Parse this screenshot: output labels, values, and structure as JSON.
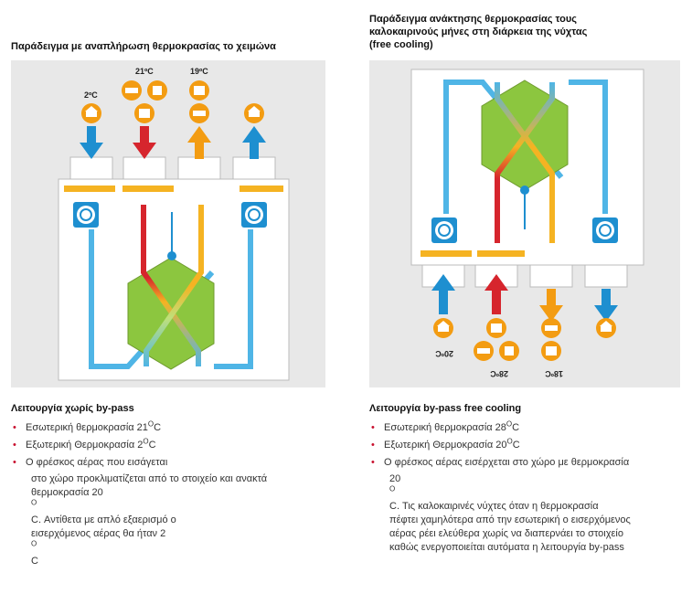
{
  "left": {
    "title": "Παράδειγμα με αναπλήρωση θερμοκρασίας το χειμώνα",
    "labels": {
      "outdoor_temp": "2ºC",
      "indoor_temp": "21ºC",
      "supply_temp": "19ºC"
    },
    "heading": "Λειτουργία χωρίς by-pass",
    "b1_text": "Εσωτερική θερμοκρασία  21",
    "b1_sup": "O",
    "b1_unit": "C",
    "b2_text": "Εξωτερική Θερμοκρασία 2",
    "b2_sup": "O",
    "b2_unit": "C",
    "b3_line1": "Ο φρέσκος αέρας που εισάγεται",
    "b3_line2": "στο χώρο προκλιματίζεται από το στοιχείο και ανακτά",
    "b3_line3_a": "θερμοκρασία 20",
    "b3_line3_sup": "O",
    "b3_line3_b": "C. Αντίθετα με απλό εξαερισμό ο",
    "b3_line4_a": "εισερχόμενος αέρας θα ήταν  2",
    "b3_line4_sup": "O",
    "b3_line4_b": "C"
  },
  "right": {
    "title_line1": "Παράδειγμα ανάκτησης θερμοκρασίας τους",
    "title_line2": "καλοκαιρινούς μήνες στη διάρκεια της νύχτας",
    "title_line3": "(free cooling)",
    "labels": {
      "outdoor_temp": "20ºC",
      "indoor_temp": "28ºC",
      "supply_temp": "18ºC"
    },
    "heading": "Λειτουργία by-pass free cooling",
    "b1_text": "Εσωτερική θερμοκρασία  28",
    "b1_sup": "O",
    "b1_unit": "C",
    "b2_text": "Εξωτερική Θερμοκρασία 20",
    "b2_sup": "O",
    "b2_unit": "C",
    "b3_line1": "Ο φρέσκος αέρας εισέρχεται στο χώρο με θερμοκρασία",
    "b3_line2_a": "20",
    "b3_line2_sup": "O",
    "b3_line2_b": "C. Τις καλοκαιρινές  νύχτες όταν η θερμοκρασία",
    "b3_line3": "πέφτει χαμηλότερα από την εσωτερική  ο εισερχόμενος",
    "b3_line4": "αέρας ρέει ελεύθερα χωρίς  να διαπερνάει το στοιχείο",
    "b3_line5": "καθώς ενεργοποιείται αυτόματα η λειτουργία by-pass"
  },
  "colors": {
    "blue": "#1e8fd0",
    "red": "#d6252d",
    "orange": "#f39c12",
    "yellow": "#f5b322",
    "hex": "#8cc63f",
    "panel": "#e8e8e8"
  },
  "icons": [
    "outdoor-air-icon",
    "exhaust-icon",
    "house-icon",
    "fan-icon",
    "heat-exchanger-icon"
  ]
}
